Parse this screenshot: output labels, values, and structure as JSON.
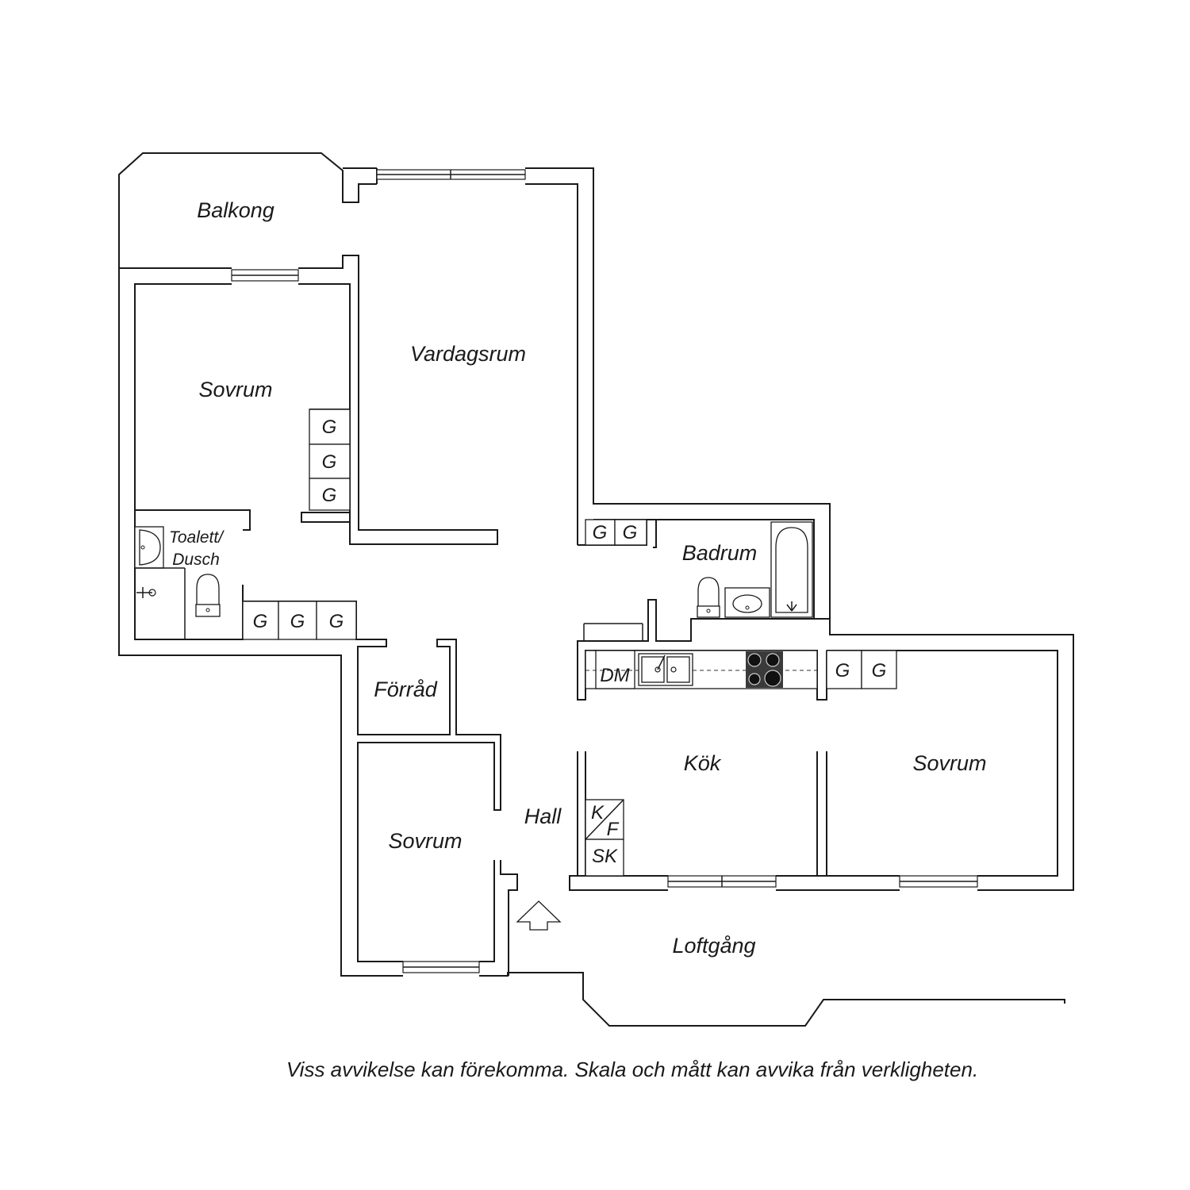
{
  "rooms": {
    "balkong": "Balkong",
    "vardagsrum": "Vardagsrum",
    "sovrum_nw": "Sovrum",
    "toalett_line1": "Toalett/",
    "toalett_line2": "Dusch",
    "badrum": "Badrum",
    "forrad": "Förråd",
    "kok": "Kök",
    "sovrum_e": "Sovrum",
    "hall": "Hall",
    "sovrum_s": "Sovrum",
    "loftgang": "Loftgång"
  },
  "fixtures": {
    "wardrobe": "G",
    "dishwasher": "DM",
    "fridge_k": "K",
    "fridge_f": "F",
    "cabinet": "SK"
  },
  "footer": {
    "disclaimer": "Viss avvikelse kan förekomma. Skala och mått kan avvika från verkligheten."
  }
}
